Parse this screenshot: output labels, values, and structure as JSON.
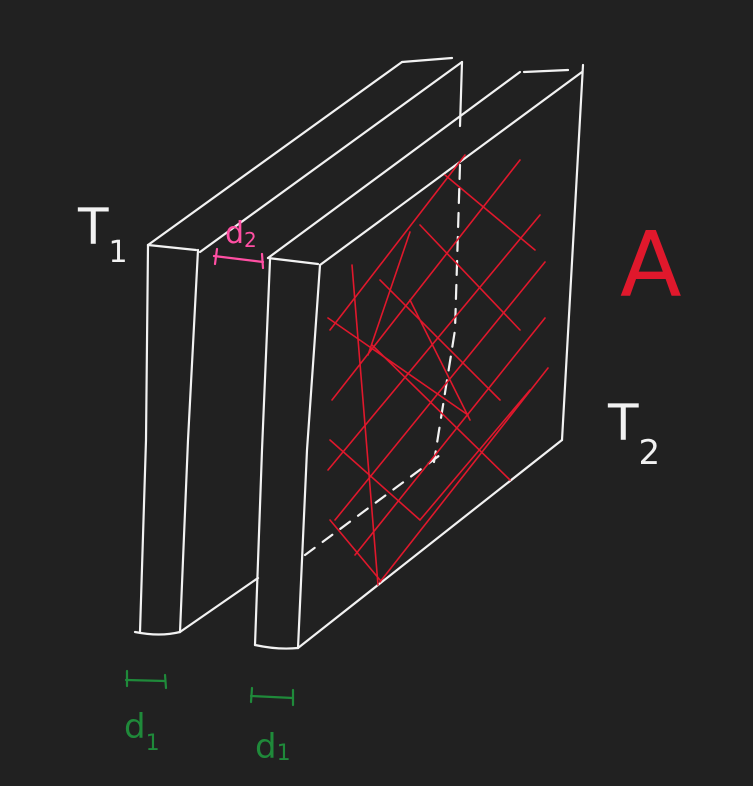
{
  "labels": {
    "T1": {
      "main": "T",
      "sub": "1"
    },
    "T2": {
      "main": "T",
      "sub": "2"
    },
    "A": "A",
    "d2": {
      "main": "d",
      "sub": "2"
    },
    "d1_left": {
      "main": "d",
      "sub": "1"
    },
    "d1_right": {
      "main": "d",
      "sub": "1"
    }
  },
  "colors": {
    "background": "#212121",
    "chalk": "#f2f2f2",
    "area_hatch": "#e0182c",
    "gap_marker": "#ff4fa3",
    "thickness_marker": "#1f8a3a"
  }
}
